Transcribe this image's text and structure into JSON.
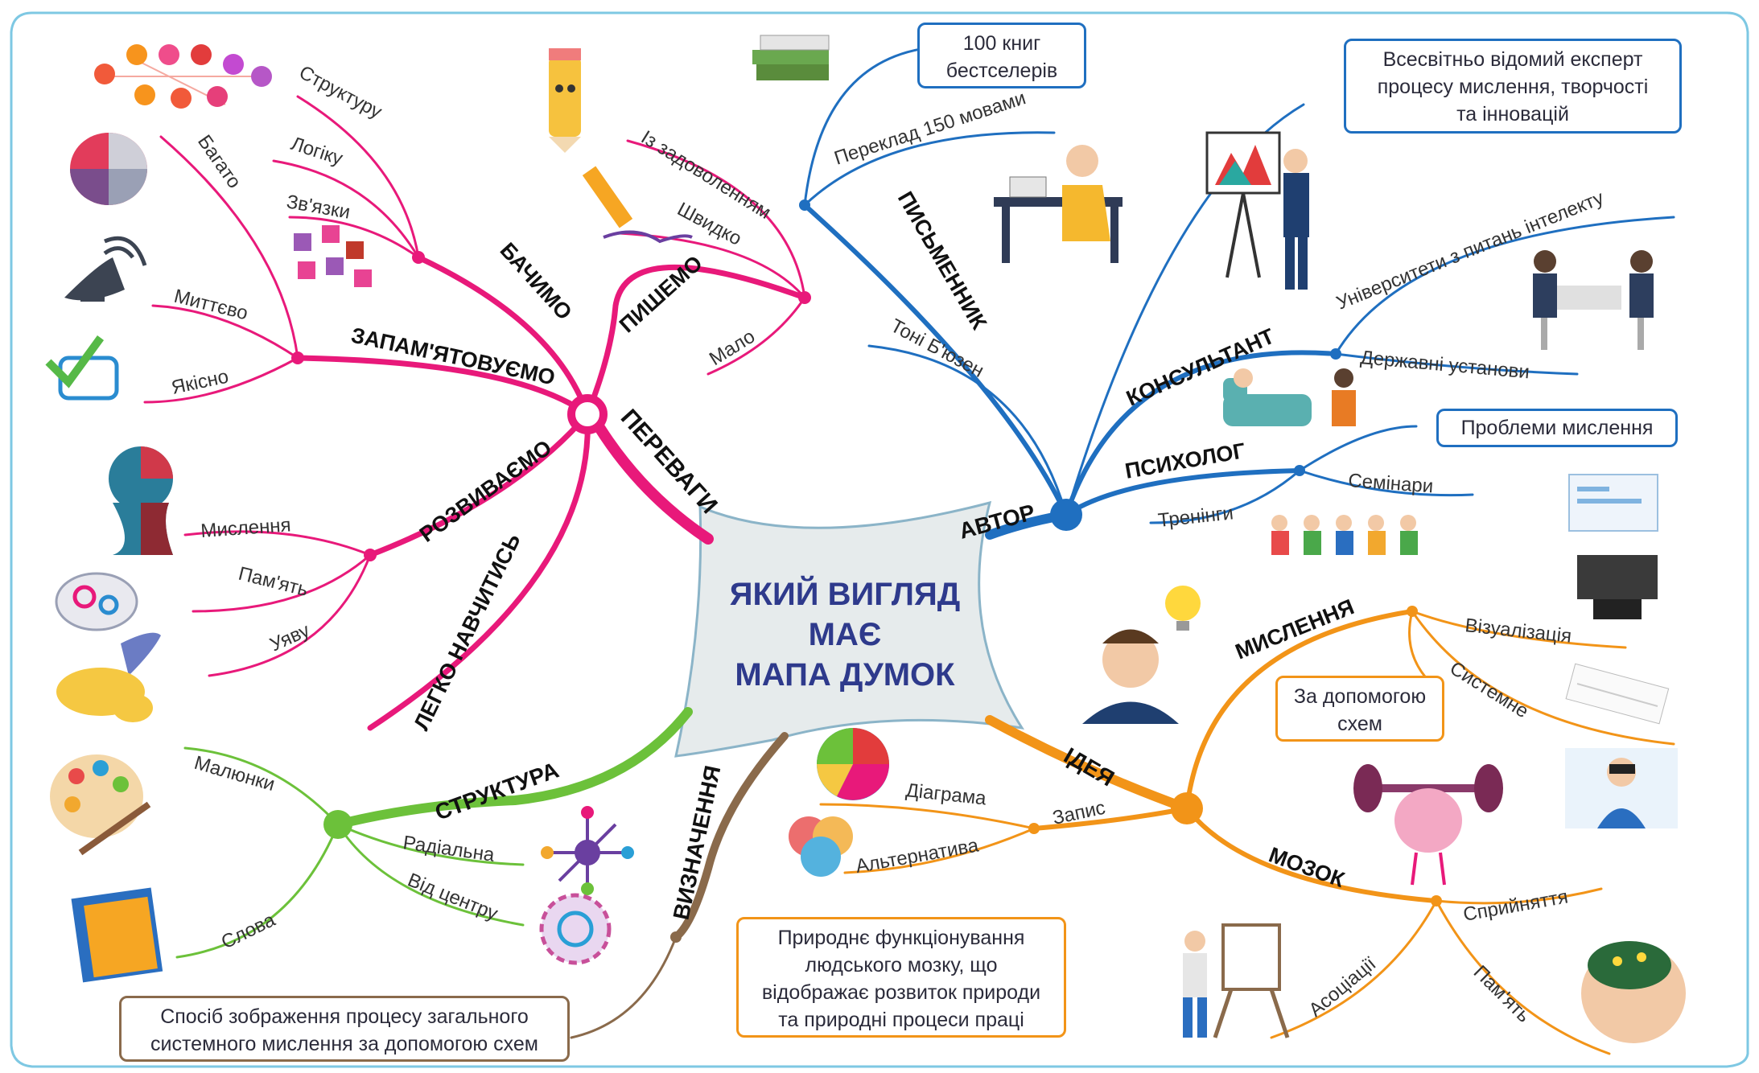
{
  "central": {
    "line1": "ЯКИЙ ВИГЛЯД",
    "line2": "МАЄ",
    "line3": "МАПА ДУМОК"
  },
  "colors": {
    "pink": "#e8197a",
    "blue": "#1f6fc0",
    "orange": "#f29418",
    "green": "#6cc13a",
    "brown": "#8a6a4b",
    "central_text": "#2e3a8c",
    "central_fill": "#e6ebec"
  },
  "branches": {
    "perevagy": {
      "label": "ПЕРЕВАГИ",
      "bachymo": {
        "label": "БАЧИМО",
        "items": [
          "Структуру",
          "Логіку",
          "Зв'язки"
        ]
      },
      "pyshemo": {
        "label": "ПИШЕМО",
        "items": [
          "Із задоволенням",
          "Швидко",
          "Мало"
        ]
      },
      "zapamiatovuiemo": {
        "label": "ЗАПАМ'ЯТОВУЄМО",
        "items": [
          "Багато",
          "Миттєво",
          "Якісно"
        ]
      },
      "rozvyvaiemo": {
        "label": "РОЗВИВАЄМО",
        "items": [
          "Мислення",
          "Пам'ять",
          "Уяву"
        ]
      },
      "lehko": {
        "label": "ЛЕГКО НАВЧИТИСЬ"
      }
    },
    "avtor": {
      "label": "АВТОР",
      "pysmennyk": {
        "label": "ПИСЬМЕННИК",
        "items": [
          "Переклад 150 мовами",
          "Тоні Б'юзен"
        ],
        "box": "100 книг\nбестселерів"
      },
      "konsultant": {
        "label": "КОНСУЛЬТАНТ",
        "items": [
          "Університети з питань інтелекту",
          "Державні установи"
        ],
        "box": "Всесвітньо відомий експерт\nпроцесу мислення, творчості\nта інновацій"
      },
      "psykholoh": {
        "label": "ПСИХОЛОГ",
        "items": [
          "Семінари",
          "Тренінги"
        ],
        "box": "Проблеми мислення"
      }
    },
    "ideia": {
      "label": "ІДЕЯ",
      "myslennia": {
        "label": "МИСЛЕННЯ",
        "items": [
          "Візуалізація",
          "Системне"
        ],
        "box": "За допомогою\nсхем"
      },
      "zapys": {
        "label": "Запис",
        "items": [
          "Діаграма",
          "Альтернатива"
        ]
      },
      "mozok": {
        "label": "МОЗОК",
        "items": [
          "Сприйняття",
          "Асоціації",
          "Пам'ять"
        ],
        "box": "Природнє функціонування\nлюдського мозку, що\nвідображає розвиток природи\nта природні процеси праці"
      }
    },
    "struktura": {
      "label": "СТРУКТУРА",
      "items": [
        "Малюнки",
        "Радіальна",
        "Від центру",
        "Слова"
      ]
    },
    "vyznachennia": {
      "label": "ВИЗНАЧЕННЯ",
      "box": "Спосіб зображення процесу загального\nсистемного мислення за допомогою схем"
    }
  },
  "icons": [
    "alphabet-network-icon",
    "pie-chart-3d-icon",
    "satellite-dish-icon",
    "checkmark-chat-icon",
    "head-profile-icon",
    "brain-gears-icon",
    "rocket-icon",
    "book-stack-icon",
    "pencil-character-icon",
    "pencil-icon",
    "writer-desk-icon",
    "presenter-icon",
    "meeting-icon",
    "therapy-icon",
    "group-training-icon",
    "computer-desk-icon",
    "lightbulb-man-icon",
    "documents-icon",
    "vr-user-icon",
    "brain-dumbbell-icon",
    "painter-icon",
    "brain-head-icon",
    "pie-chart-icon",
    "venn-circles-icon",
    "radial-network-icon",
    "gear-flower-icon",
    "palette-icon",
    "notebook-icon",
    "puzzle-links-icon"
  ]
}
